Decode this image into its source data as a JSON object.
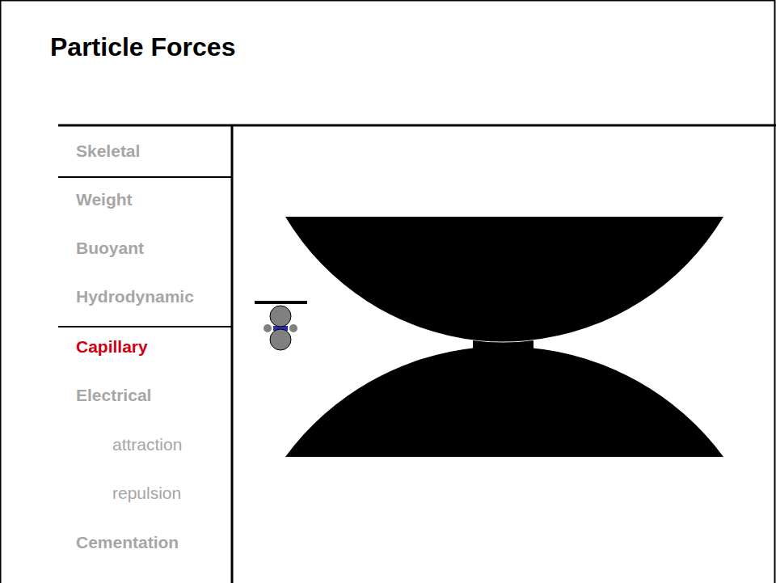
{
  "diagram": {
    "title": "Particle Forces",
    "labels": [
      "Skeletal",
      "Weight",
      "Buoyant",
      "Hydrodynamic",
      "Capillary",
      "Electrical",
      "attraction",
      "repulsion",
      "Cementation"
    ]
  }
}
